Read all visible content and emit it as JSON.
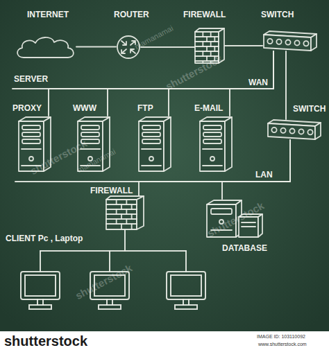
{
  "diagram": {
    "nodes": [
      {
        "text": [
          "INTERNET"
        ]
      },
      {
        "text": [
          "ROUTER"
        ]
      },
      {
        "text": [
          "FIREWALL"
        ]
      },
      {
        "text": [
          "SWITCH"
        ]
      },
      {
        "text": [
          "PROXY"
        ]
      },
      {
        "text": [
          "WWW"
        ]
      },
      {
        "text": [
          "FTP"
        ]
      },
      {
        "text": [
          "E-MAIL"
        ]
      },
      {
        "text": [
          "SWITCH"
        ]
      },
      {
        "text": [
          "FIREWALL"
        ]
      },
      {
        "text": [
          "DATABASE"
        ]
      }
    ],
    "edges": [
      {
        "from": 0,
        "to": 1,
        "arrow": "none"
      },
      {
        "from": 1,
        "to": 2,
        "arrow": "none"
      },
      {
        "from": 2,
        "to": 3,
        "arrow": "none"
      },
      {
        "from": 3,
        "to": 8,
        "arrow": "none"
      },
      {
        "from": 4,
        "to": 3,
        "arrow": "none"
      },
      {
        "from": 5,
        "to": 3,
        "arrow": "none"
      },
      {
        "from": 6,
        "to": 3,
        "arrow": "none"
      },
      {
        "from": 7,
        "to": 3,
        "arrow": "none"
      },
      {
        "from": 8,
        "to": 9,
        "arrow": "none"
      },
      {
        "from": 8,
        "to": 10,
        "arrow": "none"
      }
    ],
    "labels": [
      "SERVER",
      "WAN",
      "LAN",
      "CLIENT Pc , Laptop",
      "shutterstock",
      "shutterstock",
      "shutterstock",
      "shutterstock",
      "mamanamai",
      "mamanamai",
      "shutterstock",
      "IMAGE ID: 103110092",
      "www.shutterstock.com"
    ]
  }
}
